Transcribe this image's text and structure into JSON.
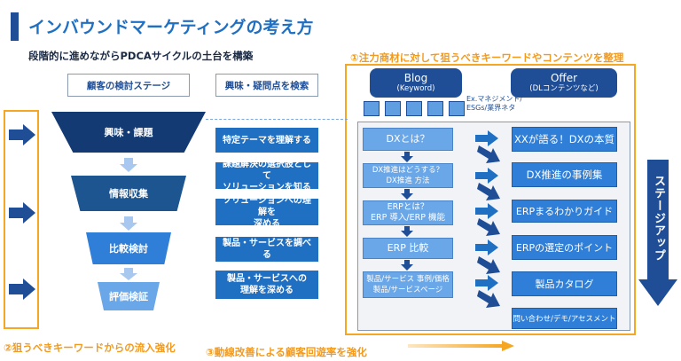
{
  "title": "インバウンドマーケティングの考え方",
  "subtitle": "段階的に進めながらPDCAサイクルの土台を構築",
  "columns": {
    "stage_header": "顧客の検討ステージ",
    "question_header": "興味・疑問点を検索"
  },
  "stages": [
    "興味・課題",
    "情報収集",
    "比較検討",
    "評価検証"
  ],
  "questions": [
    "特定テーマを理解する",
    "課題解決の選択肢として\nソリューションを知る",
    "ソリューションへの理解を\n深める",
    "製品・サービスを調べる",
    "製品・サービスへの\n理解を深める"
  ],
  "labels": {
    "section1": "①注力商材に対して狙うべきキーワードやコンテンツを整理",
    "section2": "②狙うべきキーワードからの流入強化",
    "section3": "③動線改善による顧客回遊率を強化"
  },
  "blog": {
    "title": "Blog",
    "sub": "(Keyword)"
  },
  "offer": {
    "title": "Offer",
    "sub": "(DLコンテンツなど)"
  },
  "keyword_note": "Ex.マネジメント/\nESGs/業界ネタ",
  "keywords": [
    "DXとは？",
    "DX推進はどうする？\nDX推進 方法",
    "ERPとは？\nERP 導入/ERP 機能",
    "ERP 比較",
    "製品/サービス 事例/価格\n製品/サービスページ"
  ],
  "offers": [
    "XXが語る！DXの本質",
    "DX推進の事例集",
    "ERPまるわかりガイド",
    "ERPの選定のポイント",
    "製品カタログ",
    "問い合わせ/デモ/アセスメント"
  ],
  "stage_up": "ステージアップ",
  "colors": {
    "navy": "#1f4e96",
    "blue": "#1f6fc2",
    "orange": "#f5a623"
  }
}
